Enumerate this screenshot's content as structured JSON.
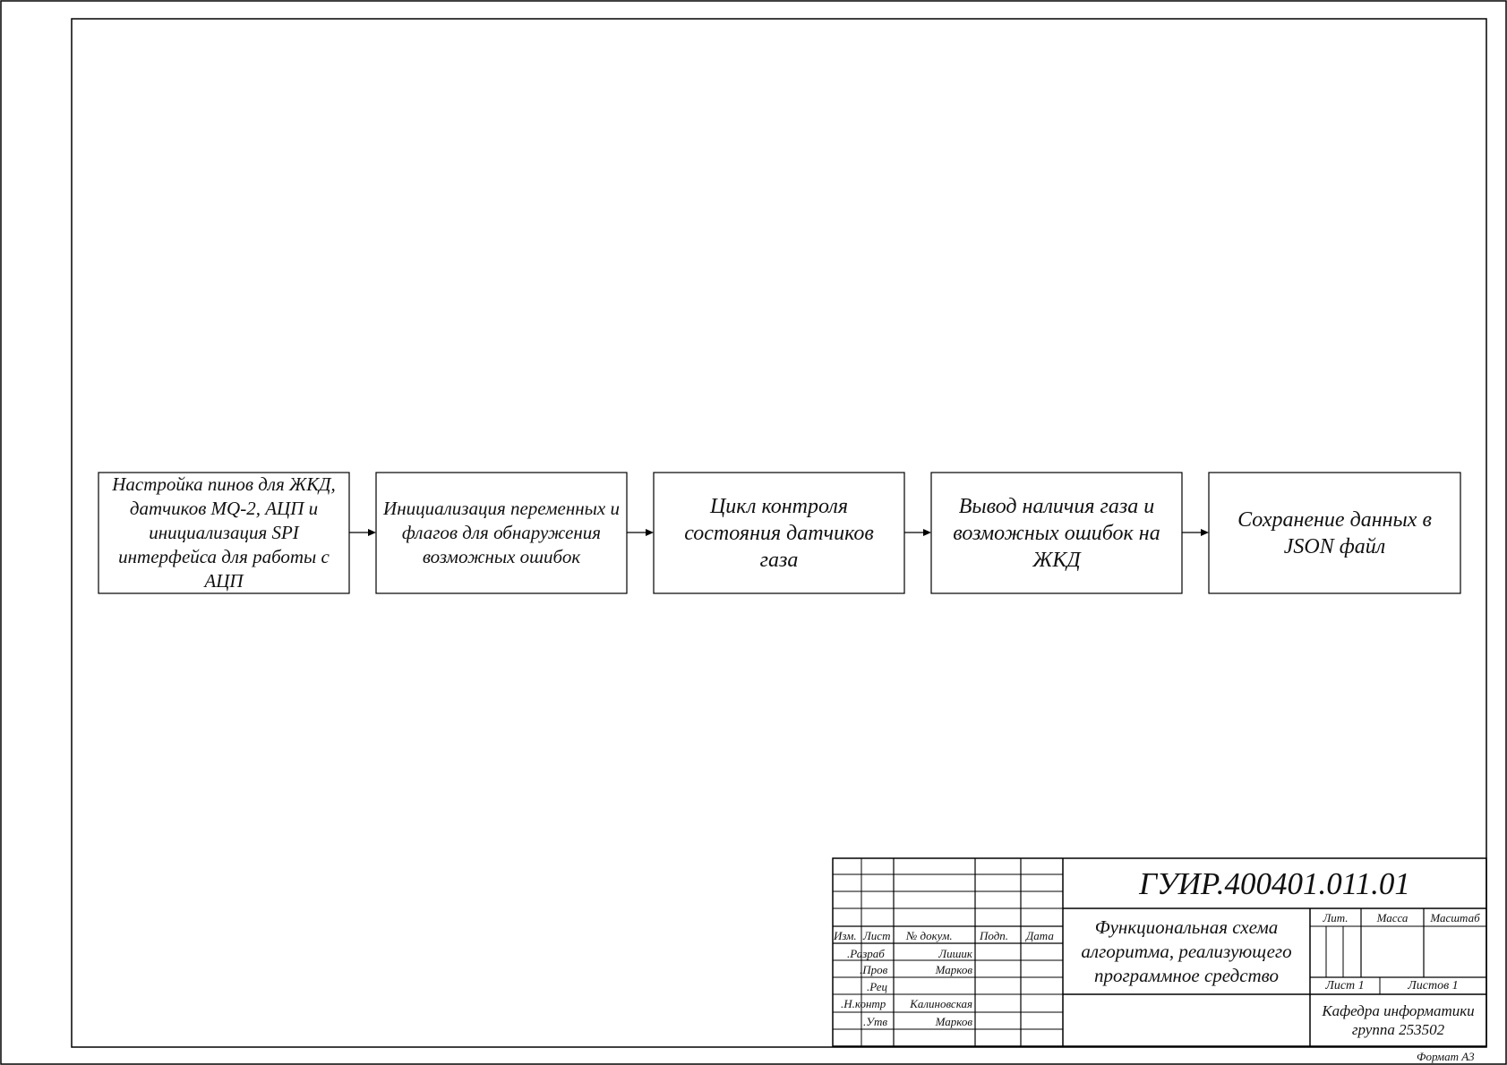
{
  "flow": {
    "blocks": [
      "Настройка пинов для ЖКД, датчиков MQ-2, АЦП и инициализация SPI интерфейса для работы с АЦП",
      "Инициализация переменных и флагов для обнаружения возможных ошибок",
      "Цикл контроля состояния датчиков газа",
      "Вывод наличия газа и возможных ошибок на ЖКД",
      "Сохранение данных в JSON файл"
    ]
  },
  "title_block": {
    "designation": "ГУИР.400401.011.01",
    "doc_title": "Функциональная схема алгоритма, реализующего программное средство",
    "headers": {
      "izm": "Изм.",
      "list": "Лист",
      "doc_num": "№ докум.",
      "sign": "Подп.",
      "date": "Дата"
    },
    "roles": {
      "razrab": ".Разраб",
      "prov": ".Пров",
      "rec": ".Рец",
      "nkontr": ".Н.контр",
      "utv": ".Утв"
    },
    "names": {
      "razrab": "Лишик",
      "prov": "Марков",
      "rec": "",
      "nkontr": "Калиновская",
      "utv": "Марков"
    },
    "lit_label": "Лит.",
    "mass_label": "Масса",
    "scale_label": "Масштаб",
    "sheet": "Лист 1",
    "sheets": "Листов 1",
    "org_line1": "Кафедра информатики",
    "org_line2": "группа 253502"
  },
  "format_label": "Формат А3"
}
